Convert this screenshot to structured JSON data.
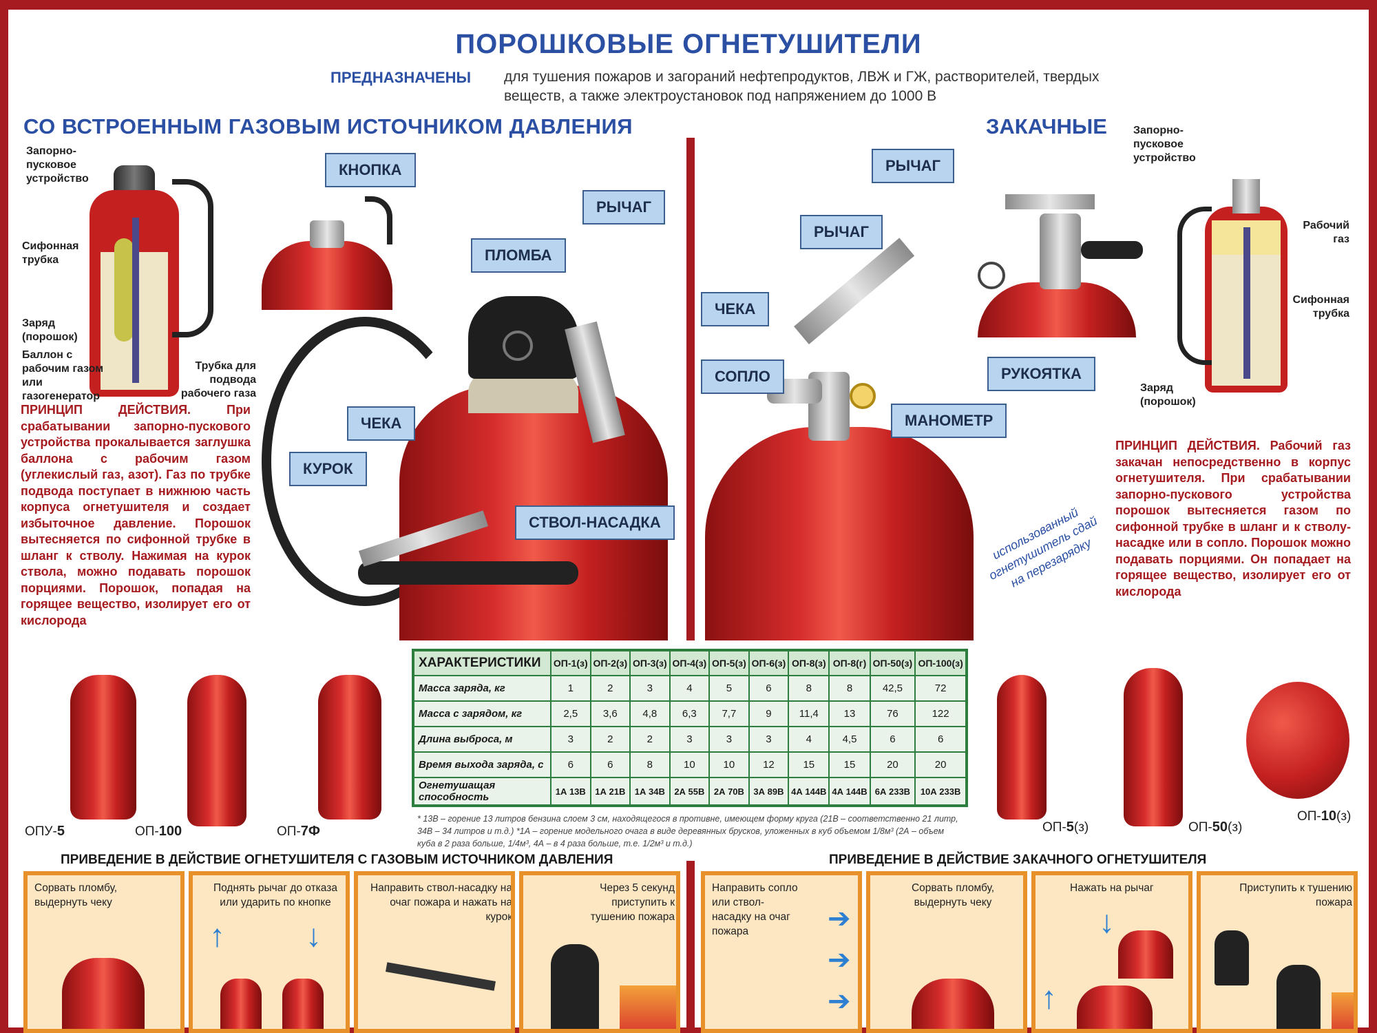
{
  "title": "ПОРОШКОВЫЕ ОГНЕТУШИТЕЛИ",
  "purpose": {
    "label": "ПРЕДНАЗНАЧЕНЫ",
    "text": "для тушения пожаров и загораний нефтепродуктов, ЛВЖ и ГЖ, растворителей, твердых веществ, а также электроустановок под напряжением до 1000 В"
  },
  "left_section": {
    "heading": "СО ВСТРОЕННЫМ ГАЗОВЫМ ИСТОЧНИКОМ ДАВЛЕНИЯ",
    "labels": {
      "valve": "Запорно-пусковое устройство",
      "siphon": "Сифонная трубка",
      "charge": "Заряд (порошок)",
      "cylinder": "Баллон с рабочим газом или газогенератор",
      "tube": "Трубка для подвода рабочего газа"
    },
    "callouts": {
      "button": "КНОПКА",
      "lever": "РЫЧАГ",
      "seal": "ПЛОМБА",
      "pin": "ЧЕКА",
      "trigger": "КУРОК",
      "nozzle": "СТВОЛ-НАСАДКА"
    },
    "principle_title": "ПРИНЦИП ДЕЙСТВИЯ.",
    "principle_text": "При срабатывании запорно-пускового устройства прокалывается заглушка баллона с рабочим газом (углекислый газ, азот). Газ по трубке подвода поступает в нижнюю часть корпуса огнетушителя и создает избыточное давление. Порошок вытесняется по сифонной трубке в шланг к стволу. Нажимая на курок ствола, можно подавать порошок порциями. Порошок, попадая на горящее вещество, изолирует его от кислорода"
  },
  "right_section": {
    "heading": "ЗАКАЧНЫЕ",
    "labels": {
      "valve": "Запорно-пусковое устройство",
      "gas": "Рабочий газ",
      "siphon": "Сифонная трубка",
      "charge": "Заряд (порошок)"
    },
    "callouts": {
      "lever_top": "РЫЧАГ",
      "lever": "РЫЧАГ",
      "pin": "ЧЕКА",
      "nozzle": "СОПЛО",
      "handle": "РУКОЯТКА",
      "gauge": "МАНОМЕТР"
    },
    "used_note": "использованный огнетушитель сдай на перезарядку",
    "principle_title": "ПРИНЦИП ДЕЙСТВИЯ.",
    "principle_text": "Рабочий газ закачан непосредственно в корпус огнетушителя. При срабатывании запорно-пускового устройства порошок вытесняется газом по сифонной трубке в шланг и к стволу-насадке или в сопло. Порошок можно подавать порциями. Он попадает на горящее вещество, изолирует его от кислорода"
  },
  "models_left": [
    {
      "prefix": "ОПУ-",
      "num": "5"
    },
    {
      "prefix": "ОП-",
      "num": "100"
    },
    {
      "prefix": "ОП-",
      "num": "7Ф"
    }
  ],
  "models_right": [
    {
      "prefix": "ОП-",
      "num": "5",
      "suffix": "(з)"
    },
    {
      "prefix": "ОП-",
      "num": "50",
      "suffix": "(з)"
    },
    {
      "prefix": "ОП-",
      "num": "10",
      "suffix": "(з)"
    }
  ],
  "table": {
    "header": "ХАРАКТЕРИСТИКИ",
    "columns": [
      "ОП-1(з)",
      "ОП-2(з)",
      "ОП-3(з)",
      "ОП-4(з)",
      "ОП-5(з)",
      "ОП-6(з)",
      "ОП-8(з)",
      "ОП-8(г)",
      "ОП-50(з)",
      "ОП-100(з)"
    ],
    "rows": [
      {
        "label": "Масса заряда, кг",
        "values": [
          "1",
          "2",
          "3",
          "4",
          "5",
          "6",
          "8",
          "8",
          "42,5",
          "72"
        ]
      },
      {
        "label": "Масса с зарядом, кг",
        "values": [
          "2,5",
          "3,6",
          "4,8",
          "6,3",
          "7,7",
          "9",
          "11,4",
          "13",
          "76",
          "122"
        ]
      },
      {
        "label": "Длина выброса, м",
        "values": [
          "3",
          "2",
          "2",
          "3",
          "3",
          "3",
          "4",
          "4,5",
          "6",
          "6"
        ]
      },
      {
        "label": "Время выхода заряда, с",
        "values": [
          "6",
          "6",
          "8",
          "10",
          "10",
          "12",
          "15",
          "15",
          "20",
          "20"
        ]
      },
      {
        "label": "Огнетушащая способность",
        "values": [
          "1А 13В",
          "1А 21В",
          "1А 34В",
          "2А 55В",
          "2А 70В",
          "3А 89В",
          "4А 144В",
          "4А 144В",
          "6А 233В",
          "10А 233В"
        ]
      }
    ],
    "footnote": "* 13В – горение 13 литров бензина слоем 3 см, находящегося в противне, имеющем форму круга (21В – соответственно 21 литр, 34В – 34 литров и т.д.)     *1А – горение модельного очага в виде деревянных брусков, уложенных в куб объемом 1/8м³ (2А – объем куба в 2 раза больше, 1/4м³, 4А – в 4 раза больше, т.е. 1/2м³ и т.д.)"
  },
  "steps_left": {
    "title": "ПРИВЕДЕНИЕ В ДЕЙСТВИЕ ОГНЕТУШИТЕЛЯ С ГАЗОВЫМ ИСТОЧНИКОМ ДАВЛЕНИЯ",
    "items": [
      "Сорвать пломбу, выдернуть чеку",
      "Поднять рычаг до отказа или ударить по кнопке",
      "Направить ствол-насадку на очаг пожара и нажать на курок",
      "Через 5 секунд приступить к тушению пожара"
    ]
  },
  "steps_right": {
    "title": "ПРИВЕДЕНИЕ В ДЕЙСТВИЕ ЗАКАЧНОГО ОГНЕТУШИТЕЛЯ",
    "items": [
      "Направить сопло или ствол-насадку на очаг пожара",
      "Сорвать пломбу, выдернуть чеку",
      "Нажать на рычаг",
      "Приступить к тушению пожара"
    ]
  },
  "colors": {
    "frame": "#a51b1f",
    "heading_blue": "#2a4fa3",
    "callout_fill": "#b9d4ef",
    "table_green": "#2d7d3f",
    "step_border": "#e8912a",
    "step_fill": "#fde7c3"
  }
}
